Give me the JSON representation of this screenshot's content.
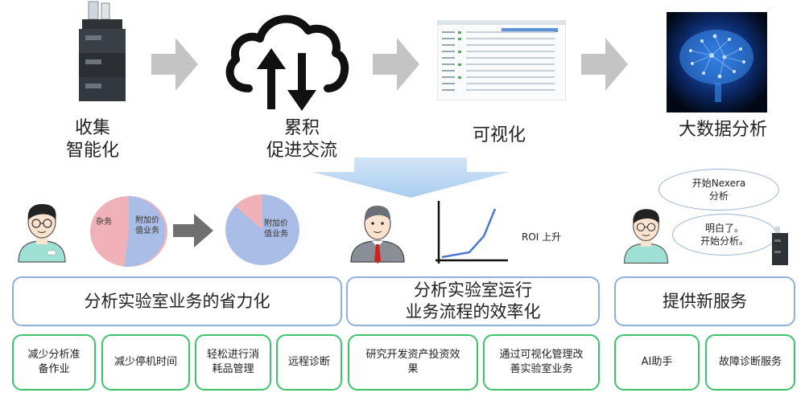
{
  "stages": [
    {
      "label": "收集\n智能化",
      "icon": "instrument-icon"
    },
    {
      "label": "累积\n促进交流",
      "icon": "cloud-sync-icon"
    },
    {
      "label": "可视化",
      "icon": "dashboard-icon"
    },
    {
      "label": "大数据分析",
      "icon": "brain-icon"
    }
  ],
  "left": {
    "pie1": {
      "label_a": "杂务",
      "label_b": "附加价\n值业务"
    },
    "pie2": {
      "label_b": "附加价\n值业务"
    },
    "title": "分析实验室业务的省力化",
    "items": [
      "减少分析准\n备作业",
      "减少停机时间",
      "轻松进行消\n耗品管理",
      "远程诊断"
    ]
  },
  "middle": {
    "roi_label": "ROI 上升",
    "title": "分析实验室运行\n业务流程的效率化",
    "items": [
      "研究开发资产投资效\n果",
      "通过可视化管理改\n善实验室业务"
    ]
  },
  "right": {
    "bubble1": "开始Nexera\n分析",
    "bubble2": "明白了。\n开始分析。",
    "title": "提供新服务",
    "items": [
      "AI助手",
      "故障诊断服务"
    ]
  },
  "colors": {
    "blue_border": "#8fb0da",
    "green_border": "#3cc46a",
    "arrow_gray": "#bfbfbf",
    "pie_blue": "#a9bde6",
    "pie_pink": "#f0b2b8"
  }
}
